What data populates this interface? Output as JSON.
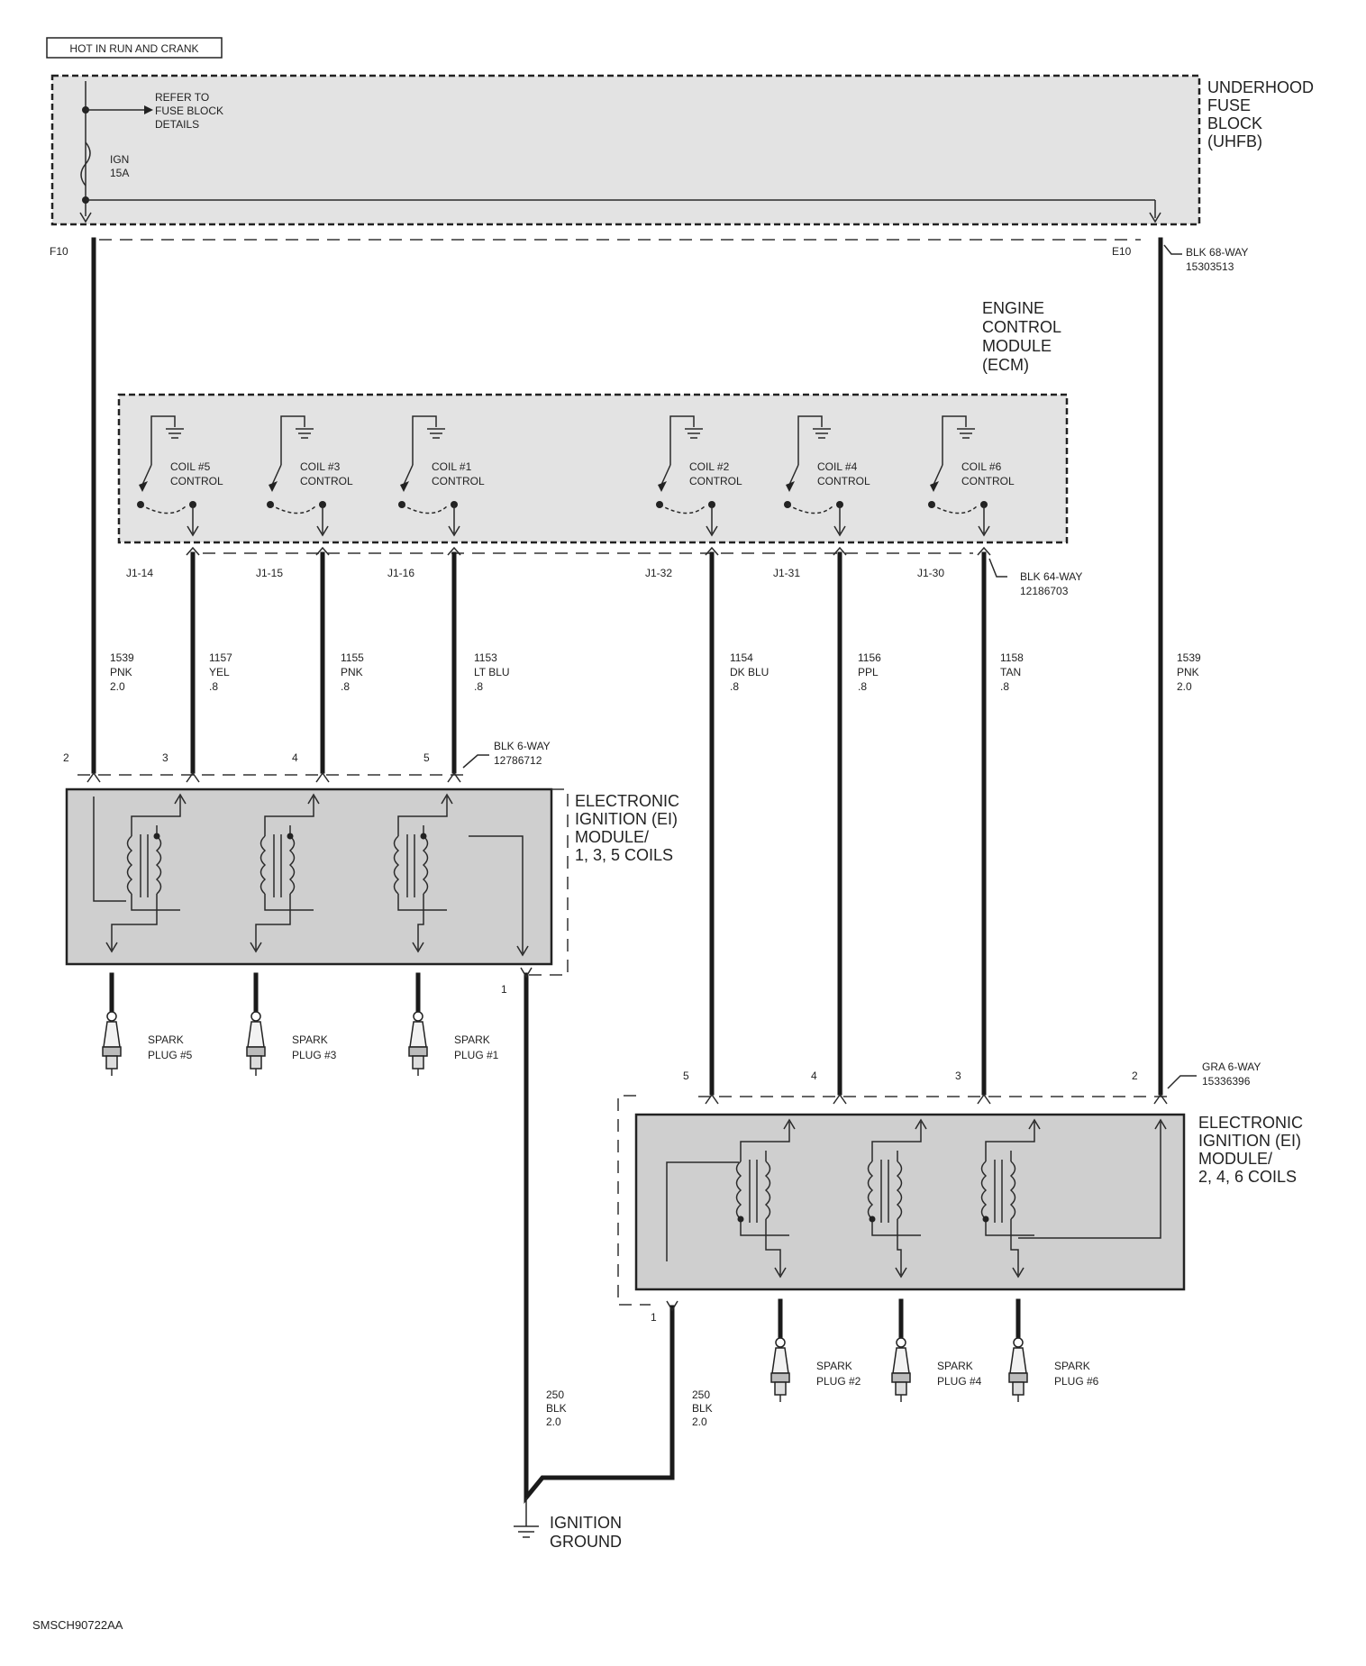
{
  "header": {
    "hot_label": "HOT IN RUN AND CRANK"
  },
  "uhfb": {
    "title": [
      "UNDERHOOD",
      "FUSE",
      "BLOCK",
      "(UHFB)"
    ],
    "refer": [
      "REFER TO",
      "FUSE BLOCK",
      "DETAILS"
    ],
    "fuse": [
      "IGN",
      "15A"
    ],
    "pin_left": "F10",
    "pin_right": "E10",
    "connector": [
      "BLK 68-WAY",
      "15303513"
    ]
  },
  "ecm": {
    "title": [
      "ENGINE",
      "CONTROL",
      "MODULE",
      "(ECM)"
    ],
    "connector": [
      "BLK 64-WAY",
      "12186703"
    ],
    "controls": [
      {
        "name": "COIL #5",
        "sub": "CONTROL",
        "pin": "J1-14"
      },
      {
        "name": "COIL #3",
        "sub": "CONTROL",
        "pin": "J1-15"
      },
      {
        "name": "COIL #1",
        "sub": "CONTROL",
        "pin": "J1-16"
      },
      {
        "name": "COIL #2",
        "sub": "CONTROL",
        "pin": "J1-32"
      },
      {
        "name": "COIL #4",
        "sub": "CONTROL",
        "pin": "J1-31"
      },
      {
        "name": "COIL #6",
        "sub": "CONTROL",
        "pin": "J1-30"
      }
    ]
  },
  "wires": [
    {
      "circuit": "1539",
      "color": "PNK",
      "gauge": "2.0"
    },
    {
      "circuit": "1157",
      "color": "YEL",
      "gauge": ".8"
    },
    {
      "circuit": "1155",
      "color": "PNK",
      "gauge": ".8"
    },
    {
      "circuit": "1153",
      "color": "LT BLU",
      "gauge": ".8"
    },
    {
      "circuit": "1154",
      "color": "DK BLU",
      "gauge": ".8"
    },
    {
      "circuit": "1156",
      "color": "PPL",
      "gauge": ".8"
    },
    {
      "circuit": "1158",
      "color": "TAN",
      "gauge": ".8"
    },
    {
      "circuit": "1539",
      "color": "PNK",
      "gauge": "2.0"
    }
  ],
  "ei1": {
    "title": [
      "ELECTRONIC",
      "IGNITION (EI)",
      "MODULE/",
      "1, 3, 5 COILS"
    ],
    "connector": [
      "BLK 6-WAY",
      "12786712"
    ],
    "pins": [
      "2",
      "3",
      "4",
      "5"
    ],
    "ground_pin": "1",
    "plugs": [
      [
        "SPARK",
        "PLUG #5"
      ],
      [
        "SPARK",
        "PLUG #3"
      ],
      [
        "SPARK",
        "PLUG #1"
      ]
    ]
  },
  "ei2": {
    "title": [
      "ELECTRONIC",
      "IGNITION (EI)",
      "MODULE/",
      "2, 4, 6 COILS"
    ],
    "connector": [
      "GRA 6-WAY",
      "15336396"
    ],
    "pins": [
      "5",
      "4",
      "3",
      "2"
    ],
    "ground_pin": "1",
    "plugs": [
      [
        "SPARK",
        "PLUG #2"
      ],
      [
        "SPARK",
        "PLUG #4"
      ],
      [
        "SPARK",
        "PLUG #6"
      ]
    ]
  },
  "ground": {
    "wire_left": [
      "250",
      "BLK",
      "2.0"
    ],
    "wire_right": [
      "250",
      "BLK",
      "2.0"
    ],
    "label": [
      "IGNITION",
      "GROUND"
    ]
  },
  "footer": {
    "code": "SMSCH90722AA"
  }
}
